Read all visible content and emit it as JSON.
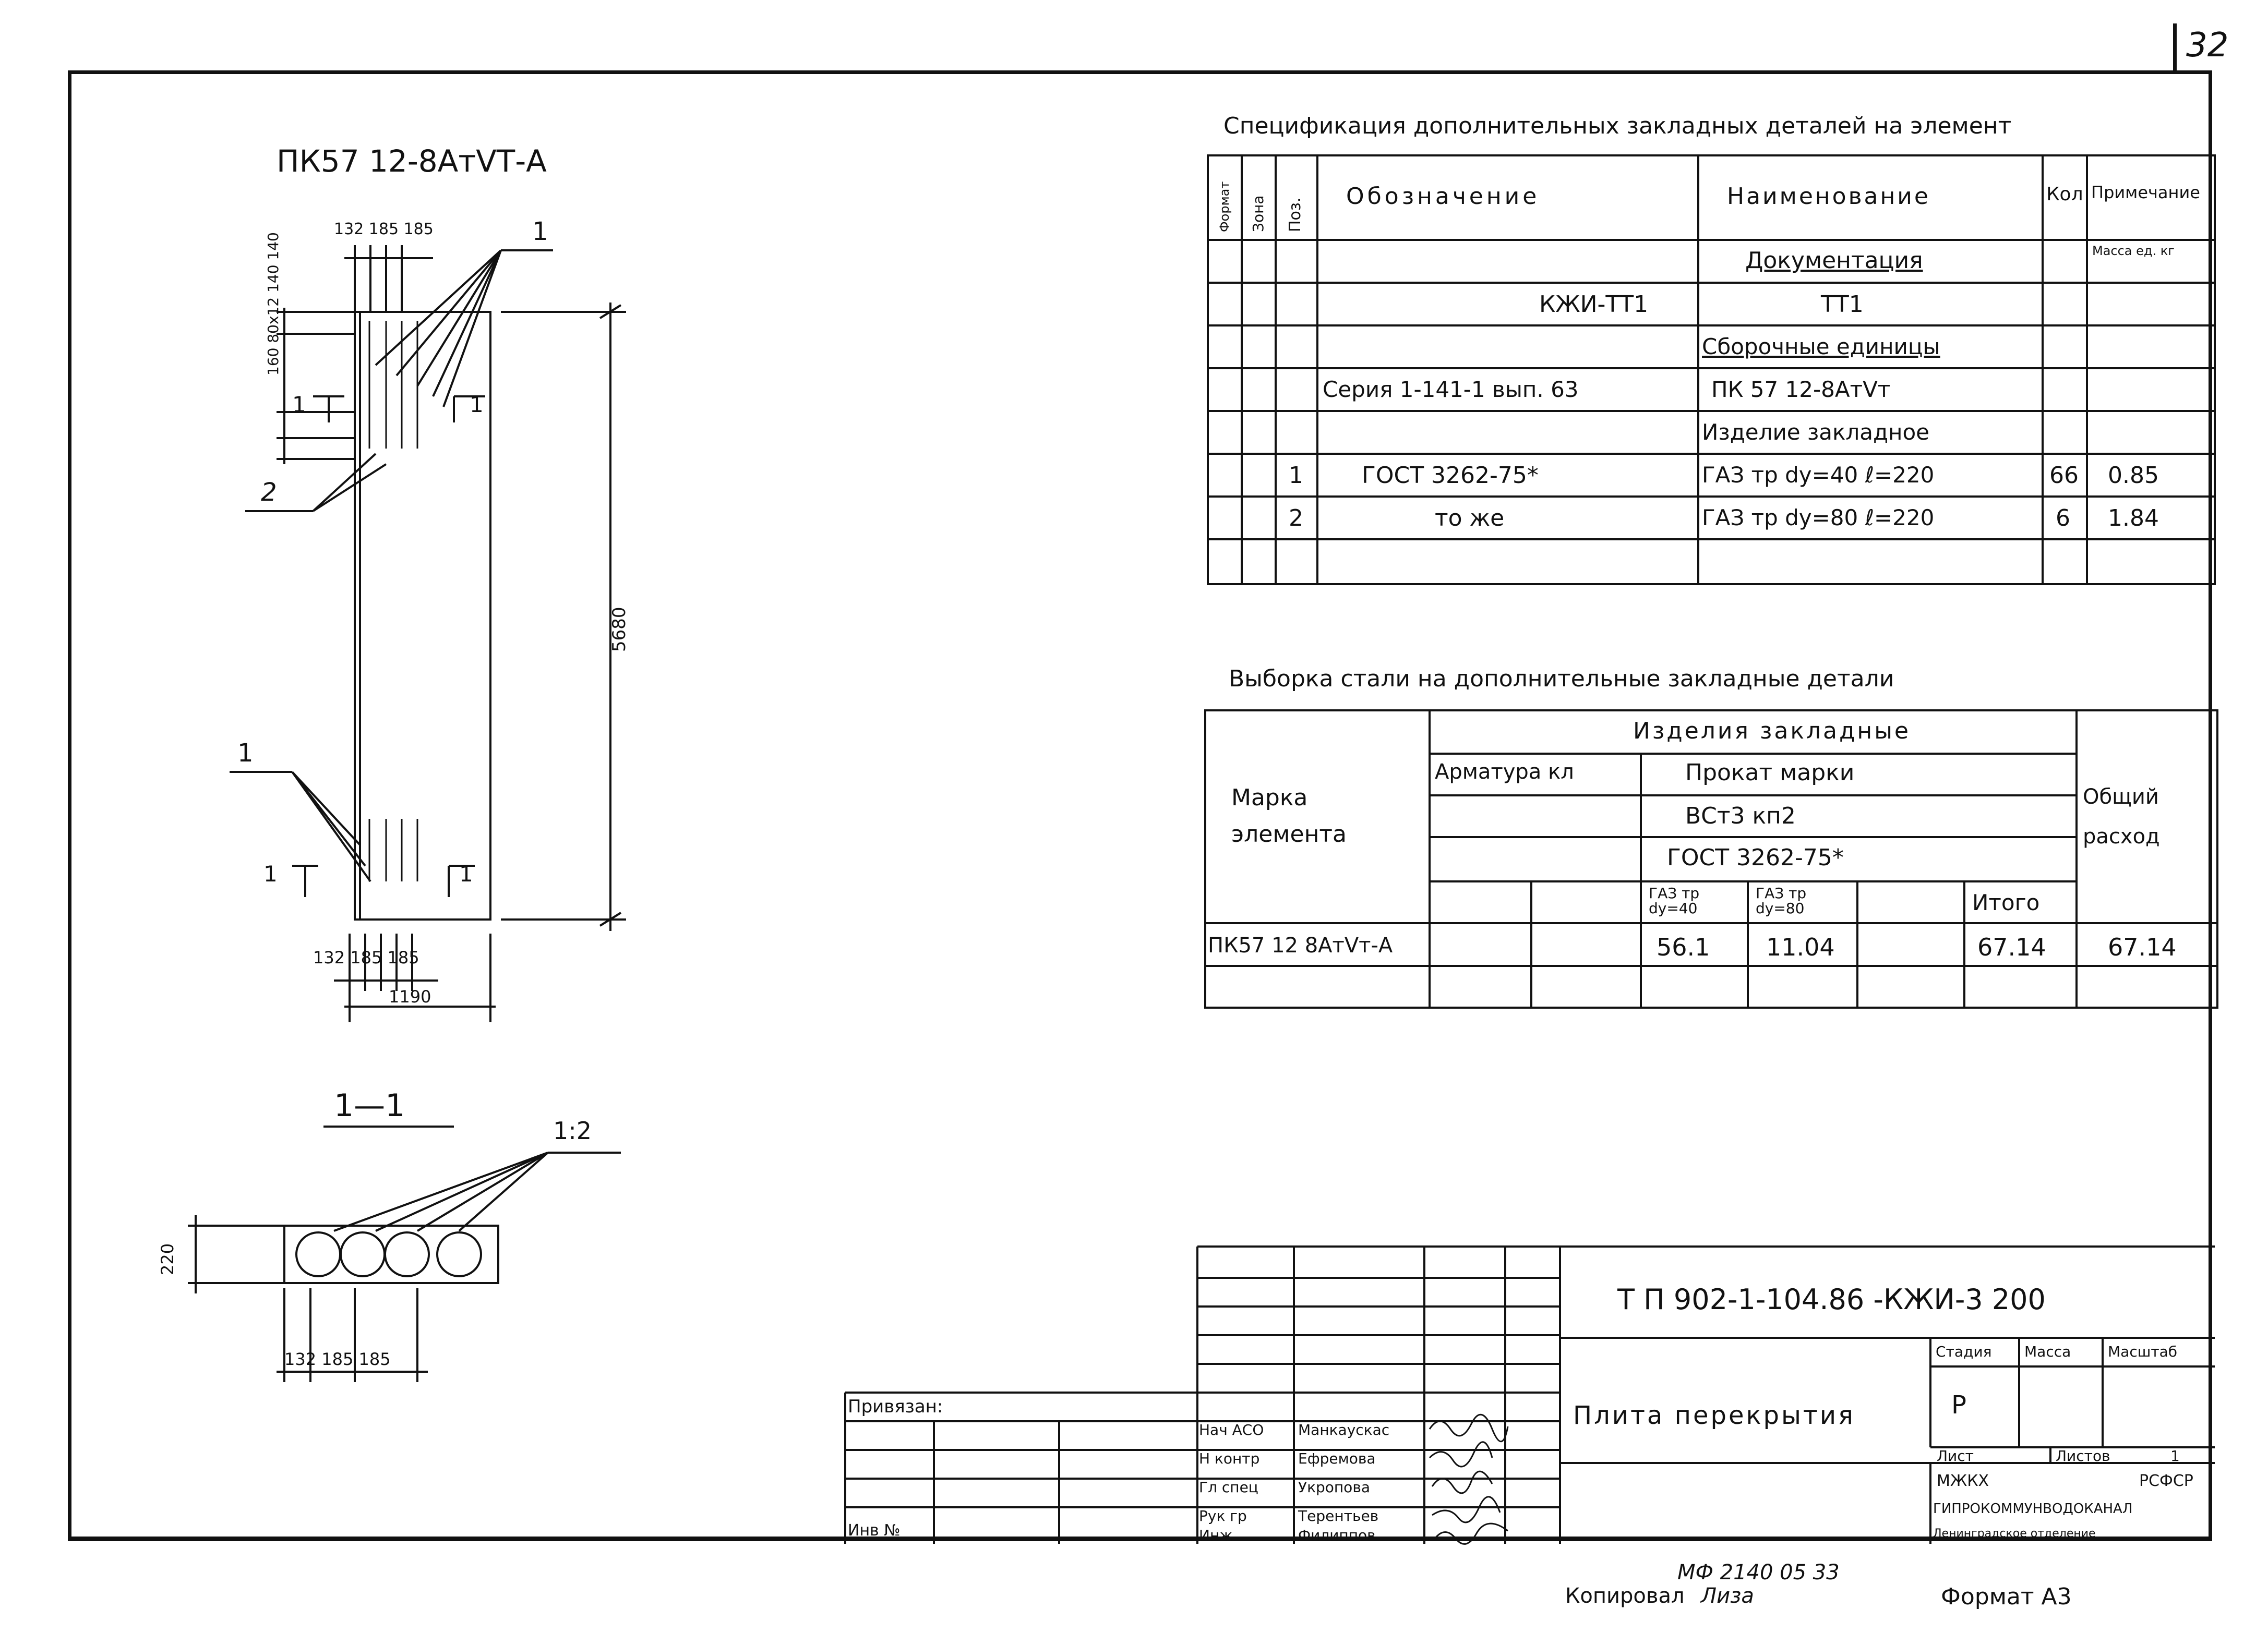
{
  "sheet_number": "32",
  "drawing": {
    "element_title": "ПК57 12-8АтVТ-А",
    "top_dims": "132 185 185",
    "left_dims_upper": "160 80x12 140 140",
    "height_dim": "5680",
    "callout_1": "1",
    "callout_2": "2",
    "section_mark": "1",
    "section_mark_2": "1",
    "bottom_dims": "132 185 185",
    "width_dim": "1190",
    "section_title": "1—1",
    "section_scale": "1:2",
    "section_height": "220",
    "section_dims": "132 185 185"
  },
  "spec": {
    "title": "Спецификация дополнительных закладных деталей на элемент",
    "headers": [
      "Формат",
      "Зона",
      "Поз.",
      "Обозначение",
      "Наименование",
      "Кол",
      "Примечание"
    ],
    "mass_header": "Масса ед. кг",
    "rows": [
      {
        "pos": "",
        "designation": "",
        "name": "Документация",
        "qty": "",
        "note": ""
      },
      {
        "pos": "",
        "designation": "КЖИ-ТТ1",
        "name": "ТТ1",
        "qty": "",
        "note": ""
      },
      {
        "pos": "",
        "designation": "",
        "name": "Сборочные единицы",
        "qty": "",
        "note": ""
      },
      {
        "pos": "",
        "designation": "Серия 1-141-1 вып. 63",
        "name": "ПК 57 12-8АтVт",
        "qty": "",
        "note": ""
      },
      {
        "pos": "",
        "designation": "",
        "name": "Изделие закладное",
        "qty": "",
        "note": ""
      },
      {
        "pos": "1",
        "designation": "ГОСТ 3262-75*",
        "name": "ГАЗ тр dy=40  ℓ=220",
        "qty": "66",
        "note": "0.85"
      },
      {
        "pos": "2",
        "designation": "то же",
        "name": "ГАЗ тр dy=80  ℓ=220",
        "qty": "6",
        "note": "1.84"
      },
      {
        "pos": "",
        "designation": "",
        "name": "",
        "qty": "",
        "note": ""
      }
    ]
  },
  "steel": {
    "title": "Выборка стали на дополнительные закладные детали",
    "h_mark": "Марка элемента",
    "h_items": "Изделия закладные",
    "h_rebar": "Арматура кл",
    "h_rolled": "Прокат марки",
    "h_grade": "ВСт3 кп2",
    "h_gost": "ГОСТ 3262-75*",
    "h_d40": "ГАЗ тр dy=40",
    "h_d80": "ГАЗ тр dy=80",
    "h_total": "Итого",
    "h_overall": "Общий расход",
    "row": {
      "mark": "ПК57 12 8АтVт-А",
      "d40": "56.1",
      "d80": "11.04",
      "total": "67.14",
      "overall": "67.14"
    }
  },
  "title_block": {
    "code": "Т П 902-1-104.86   -КЖИ-3 200",
    "name": "Плита перекрытия",
    "stage_h": "Стадия",
    "mass_h": "Масса",
    "scale_h": "Масштаб",
    "stage": "Р",
    "sheet_h": "Лист",
    "sheets_h": "Листов",
    "sheets": "1",
    "org1": "МЖКХ",
    "org2": "РСФСР",
    "org3": "ГИПРОКОММУНВОДОКАНАЛ",
    "org4": "Ленинградское отделение",
    "bound": "Привязан:",
    "inv": "Инв №",
    "roles": [
      {
        "role": "Нач АСО",
        "name": "Манкаускас"
      },
      {
        "role": "Н контр",
        "name": "Ефремова"
      },
      {
        "role": "Гл спец",
        "name": "Укропова"
      },
      {
        "role": "Рук гр",
        "name": "Терентьев"
      },
      {
        "role": "Инж",
        "name": "Филиппов"
      }
    ]
  },
  "footer": {
    "mf": "МФ 2140 05  33",
    "copied": "Копировал",
    "copier": "Лиза",
    "format": "Формат А3"
  }
}
